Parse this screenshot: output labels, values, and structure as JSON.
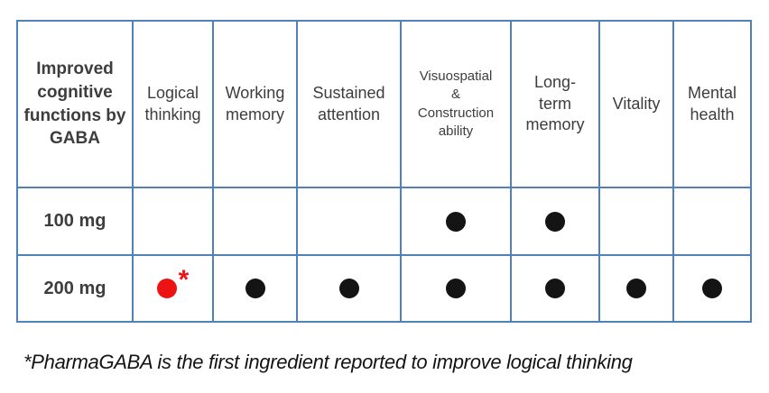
{
  "colors": {
    "border": "#4f81bd",
    "dot": "#141414",
    "red": "#ec1313",
    "text": "#3d3d3d",
    "footnote": "#141414"
  },
  "table": {
    "corner_header": "Improved cognitive functions by GABA",
    "column_headers": [
      "Logical thinking",
      "Working memory",
      "Sustained attention",
      "Visuospatial & Construction ability",
      "Long-term memory",
      "Vitality",
      "Mental health"
    ],
    "rows": [
      {
        "label": "100 mg",
        "marks": [
          "",
          "",
          "",
          "dot",
          "dot",
          "",
          ""
        ]
      },
      {
        "label": "200 mg",
        "marks": [
          "dot-red-asterisk",
          "dot",
          "dot",
          "dot",
          "dot",
          "dot",
          "dot"
        ]
      }
    ]
  },
  "footnote": "*PharmaGABA is the first ingredient reported to improve logical thinking",
  "chart_data": {
    "type": "table",
    "title": "Improved cognitive functions by GABA",
    "categories": [
      "Logical thinking",
      "Working memory",
      "Sustained attention",
      "Visuospatial & Construction ability",
      "Long-term memory",
      "Vitality",
      "Mental health"
    ],
    "series": [
      {
        "name": "100 mg",
        "values": [
          0,
          0,
          0,
          1,
          1,
          0,
          0
        ]
      },
      {
        "name": "200 mg",
        "values": [
          1,
          1,
          1,
          1,
          1,
          1,
          1
        ]
      }
    ],
    "highlight": {
      "row": "200 mg",
      "column": "Logical thinking",
      "marker": "red dot with red asterisk"
    },
    "annotations": [
      "*PharmaGABA is the first ingredient reported to improve logical thinking"
    ],
    "legend_position": "none",
    "grid": "on"
  }
}
